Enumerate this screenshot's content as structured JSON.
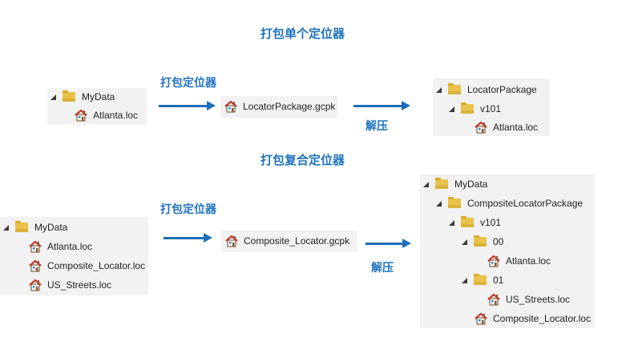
{
  "section1": {
    "title": "打包单个定位器",
    "action_label": "打包定位器",
    "extract_label": "解压",
    "source": {
      "folder": "MyData",
      "file": "Atlanta.loc"
    },
    "package_file": "LocatorPackage.gcpk",
    "result": {
      "root": "LocatorPackage",
      "version": "v101",
      "file": "Atlanta.loc"
    }
  },
  "section2": {
    "title": "打包复合定位器",
    "action_label": "打包定位器",
    "extract_label": "解压",
    "source": {
      "folder": "MyData",
      "files": [
        "Atlanta.loc",
        "Composite_Locator.loc",
        "US_Streets.loc"
      ]
    },
    "package_file": "Composite_Locator.gcpk",
    "result": {
      "root": "MyData",
      "package": "CompositeLocatorPackage",
      "version": "v101",
      "sub1": "00",
      "sub1_file": "Atlanta.loc",
      "sub2": "01",
      "sub2_file": "US_Streets.loc",
      "composite_file": "Composite_Locator.loc"
    }
  },
  "colors": {
    "accent": "#1f72bd",
    "panel": "#f2f2f2",
    "folder": "#e8c24a",
    "locator_roof": "#c0392b"
  },
  "icons": {
    "folder": "folder-icon",
    "locator": "locator-house-icon",
    "expand": "expand-triangle-icon"
  }
}
